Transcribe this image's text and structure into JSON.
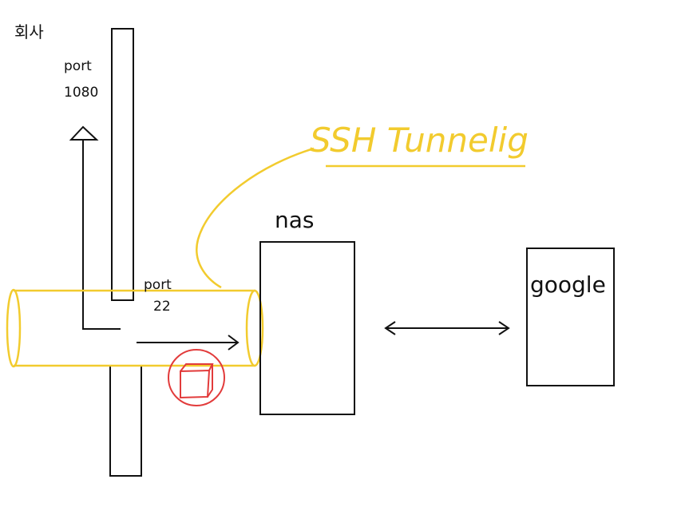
{
  "labels": {
    "company": "회사",
    "port_top_line1": "port",
    "port_top_line2": "1080",
    "port_mid_line1": "port",
    "port_mid_line2": "22",
    "ssh": "SSH Tunnelig",
    "nas": "nas",
    "google": "google"
  },
  "colors": {
    "ink": "#111111",
    "tunnel": "#f2cb2e",
    "block": "#e23b3b",
    "background": "#ffffff"
  },
  "icons": {
    "blocked_mark": "blocked-cube-icon"
  }
}
